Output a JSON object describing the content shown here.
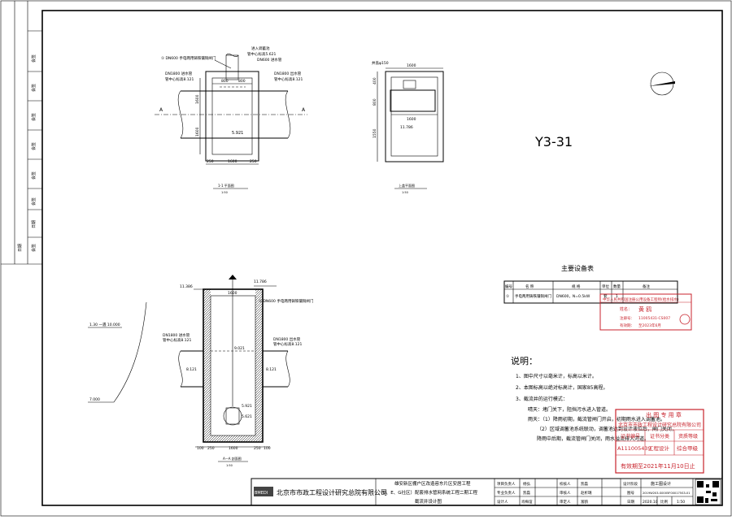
{
  "drawing_code": "Y3-31",
  "views": {
    "plan_title": "1-1 平面图",
    "plan_scale": "1:50",
    "section_title": "A—A 剖面图",
    "section_scale": "1:50",
    "cover_title": "上盖平面图",
    "cover_scale": "1:50"
  },
  "plan_labels": {
    "label_gate": "① DN600 手电两用铸铁镶铜闸门",
    "label_inlet": "进入调蓄池",
    "label_inlet_elev": "管中心标高5.621",
    "label_inlet_pipe": "DN600 进水管",
    "label_left_pipe": "DN1800 进水管",
    "label_left_elev": "管中心标高8.121",
    "label_right_pipe": "DN1800 出水管",
    "label_right_elev": "管中心标高8.121",
    "dim_800a": "800",
    "dim_800b": "800",
    "dim_1600": "1600",
    "dim_250a": "250",
    "dim_250b": "250",
    "dim_1600v": "1600",
    "dim_1600v2": "1600",
    "elev_bottom": "5.921",
    "axis_a": "A"
  },
  "cover_labels": {
    "label_well": "井盖φ150",
    "dim_top": "1600",
    "dim_mid": "1600",
    "elev": "11.786",
    "dim_side_a": "400",
    "dim_side_b": "800",
    "dim_side_c": "1550"
  },
  "section_labels": {
    "ground_left": "11.386",
    "ground_right": "11.786",
    "label_gate": "① DN600 手电两用铸铁镶铜闸门",
    "dim_1600": "1600",
    "label_left_pipe": "DN1800 进水管",
    "label_left_elev": "管中心标高8.121",
    "label_right_pipe": "DN1800 出水管",
    "label_right_elev": "管中心标高8.121",
    "elev_9021": "9.021",
    "elev_8121a": "8.121",
    "elev_8121b": "8.121",
    "elev_5921": "5.921",
    "elev_5621": "5.621",
    "dim_100": "100",
    "dim_250a": "250",
    "dim_1600b": "1600",
    "dim_250b": "250",
    "dim_100b": "100",
    "side_label": "1.30 一遇 10.000",
    "side_low": "7.000"
  },
  "equipment_table": {
    "title": "主要设备表",
    "headers": [
      "编号",
      "名 称",
      "规 格",
      "单位",
      "数量",
      "备注"
    ],
    "rows": [
      [
        "①",
        "手电两用铸铁镶铜闸门",
        "DN600，N=0.5kW",
        "套",
        "1",
        ""
      ]
    ]
  },
  "notes": {
    "heading": "说明：",
    "lines": [
      "1、图中尺寸以毫米计，标高以米计。",
      "2、本图标高以绝对标高计，国家85高程。",
      "3、截流井的运行模式：",
      "晴天：堵门关下，阻挡污水进入管道。",
      "雨天：（1）降雨初期，截流管闸门开启，初期雨水进入调蓄池。",
      "（2）区域调蓄池系统联动，调蓄池达到设计液位后，闸门关闭，",
      "降雨中后期，截流管闸门关闭，雨水溢流排入河道。"
    ]
  },
  "stamp_engineer": {
    "line1": "中华人民共和国注册公用设备工程师(给水排水)",
    "line2_label": "姓名：",
    "line2_value": "黄 鸥",
    "line3_label": "注册号：",
    "line3_value": "11005431-CS007",
    "line4_label": "有效期：",
    "line4_value": "至2023年6月"
  },
  "stamp_cert": {
    "line1_label": "出 图 专 用 章",
    "line1": "北京市市政工程设计研究总院有限公司",
    "h1": "证书编号",
    "h2": "证书分类",
    "h3": "资质等级",
    "v1": "A111005439",
    "v2": "工程设计",
    "v3": "综合甲级",
    "validity": "有效期至2021年11月10日止"
  },
  "left_margin": {
    "cells": [
      "会签",
      "会签",
      "会签",
      "会签",
      "会签",
      "会签",
      "日期",
      "会签",
      "日期"
    ]
  },
  "title_block": {
    "company": "北京市市政工程设计研究总院有限公司",
    "project_line1": "雄安新区棚户区改造容东片区安居工程",
    "project_line2": "（D、E、G社区）配套排水管网系统工程二期工程",
    "drawing_name": "截流井设计图",
    "role_project_lead": "项目负责人",
    "name_project_lead": "杨弘",
    "role_discipline_lead": "专业负责人",
    "name_discipline_lead": "凯磊",
    "role_designer": "设计人",
    "name_designer": "肖梅谊",
    "role_checker": "校核人",
    "name_checker": "凯磊",
    "role_reviewer": "审核人",
    "name_reviewer": "赵析璐",
    "role_approver": "审定人",
    "name_approver": "富鸥",
    "label_stage": "设计阶段",
    "value_stage": "施工图设计",
    "label_number": "图号",
    "value_number": "2019W203-S0005F000175S3-01",
    "label_date": "日期",
    "value_date": "2020.10",
    "label_scale": "比例",
    "value_scale": "1:50",
    "logo_text": "BMEDI"
  }
}
